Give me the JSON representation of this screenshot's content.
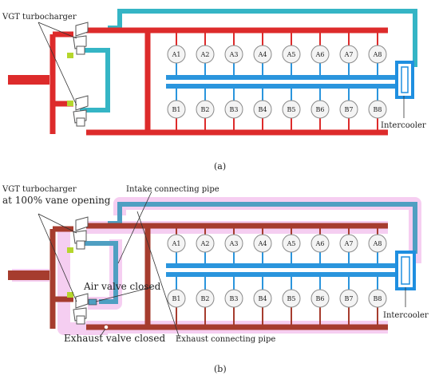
{
  "colors": {
    "exhaust": "#dd2b2b",
    "exhaust_b": "#a63c2e",
    "intake": "#35b5c5",
    "intake_b": "#4f9fc2",
    "manifold": "#2a95dd",
    "intercooler_edge": "#1f8fe0",
    "glow": "#f4c6ef",
    "turbo_fill": "#ffffff",
    "turbo_edge": "#555555",
    "valve": "#b5d62c",
    "leader": "#333333"
  },
  "panel_a": {
    "turbo_label": "VGT turbocharger",
    "cylinders_top": [
      "A1",
      "A2",
      "A3",
      "A4",
      "A5",
      "A6",
      "A7",
      "A8"
    ],
    "cylinders_bottom": [
      "B1",
      "B2",
      "B3",
      "B4",
      "B5",
      "B6",
      "B7",
      "B8"
    ],
    "intercooler_label": "Intercooler",
    "caption": "(a)"
  },
  "panel_b": {
    "turbo_label_1": "VGT turbocharger",
    "turbo_label_2": "at 100% vane opening",
    "intake_pipe_label": "Intake connecting pipe",
    "air_valve_label": "Air valve closed",
    "exhaust_valve_label": "Exhaust valve closed",
    "exhaust_pipe_label": "Exhaust connecting pipe",
    "cylinders_top": [
      "A1",
      "A2",
      "A3",
      "A4",
      "A5",
      "A6",
      "A7",
      "A8"
    ],
    "cylinders_bottom": [
      "B1",
      "B2",
      "B3",
      "B4",
      "B5",
      "B6",
      "B7",
      "B8"
    ],
    "intercooler_label": "Intercooler",
    "caption": "(b)"
  }
}
